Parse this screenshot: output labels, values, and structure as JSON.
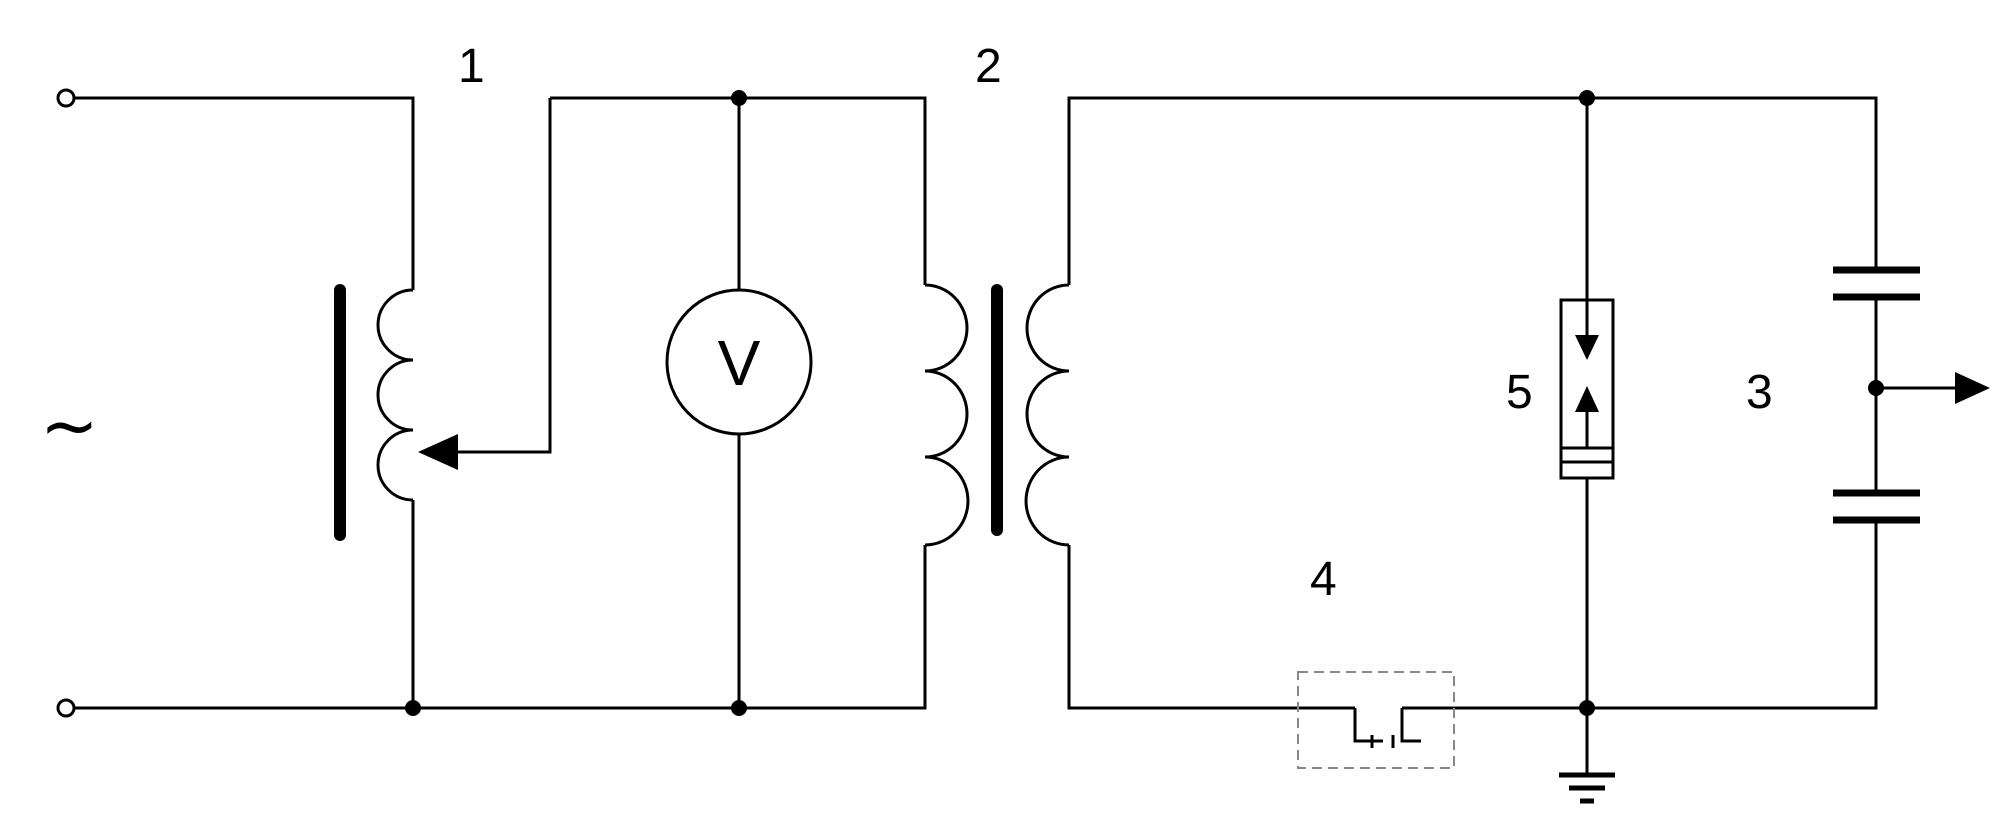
{
  "diagram": {
    "labels": {
      "regulator": "1",
      "transformer": "2",
      "divider": "3",
      "gap": "4",
      "arrester": "5"
    },
    "source_symbol": "~",
    "voltmeter_symbol": "V"
  }
}
